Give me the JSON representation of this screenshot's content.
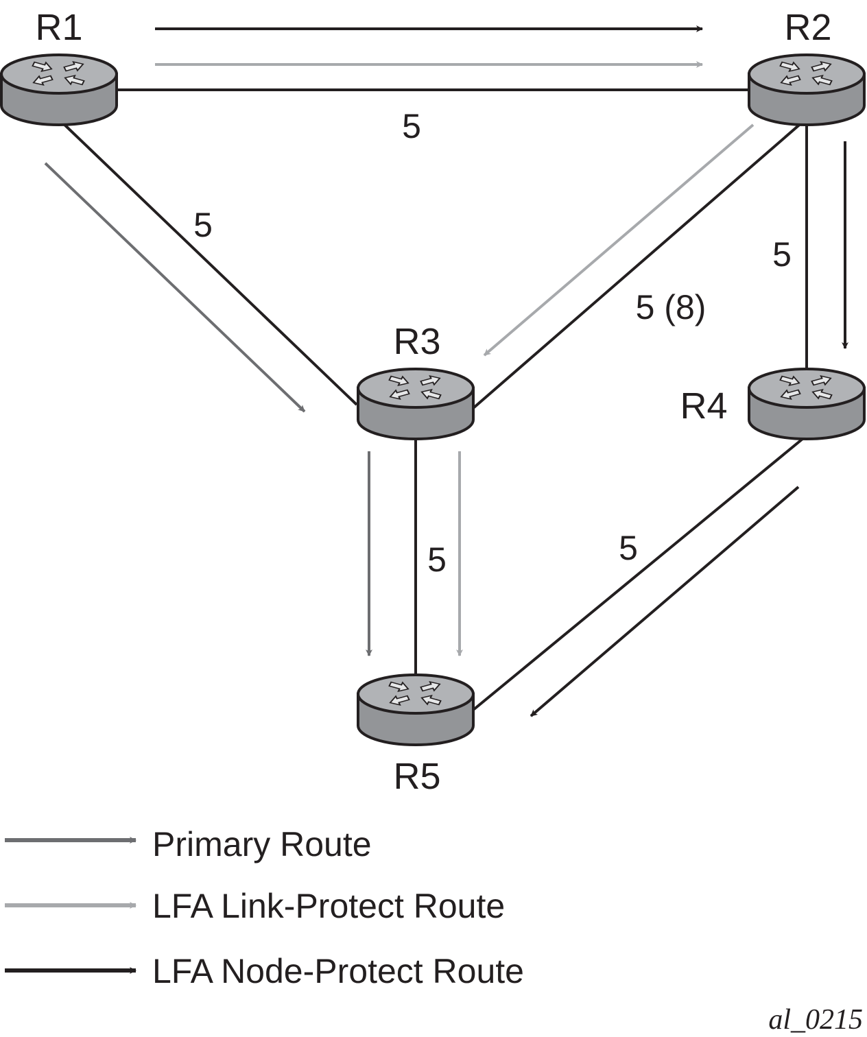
{
  "colors": {
    "primary": "#6d6e71",
    "link_protect": "#a7a9ac",
    "node_protect": "#231f20",
    "link": "#231f20",
    "router_top": "#b1b3b6",
    "router_side": "#939598"
  },
  "routers": [
    {
      "id": "R1",
      "label": "R1"
    },
    {
      "id": "R2",
      "label": "R2"
    },
    {
      "id": "R3",
      "label": "R3"
    },
    {
      "id": "R4",
      "label": "R4"
    },
    {
      "id": "R5",
      "label": "R5"
    }
  ],
  "links": [
    {
      "from": "R1",
      "to": "R2",
      "cost": "5"
    },
    {
      "from": "R1",
      "to": "R3",
      "cost": "5"
    },
    {
      "from": "R2",
      "to": "R3",
      "cost": "5 (8)"
    },
    {
      "from": "R2",
      "to": "R4",
      "cost": "5"
    },
    {
      "from": "R3",
      "to": "R5",
      "cost": "5"
    },
    {
      "from": "R4",
      "to": "R5",
      "cost": "5"
    }
  ],
  "routes": [
    {
      "type": "node_protect",
      "from": "R1",
      "to": "R2"
    },
    {
      "type": "link_protect",
      "from": "R1",
      "to": "R2"
    },
    {
      "type": "primary",
      "from": "R1",
      "to": "R3"
    },
    {
      "type": "link_protect",
      "from": "R2",
      "to": "R3"
    },
    {
      "type": "node_protect",
      "from": "R2",
      "to": "R4"
    },
    {
      "type": "primary",
      "from": "R3",
      "to": "R5"
    },
    {
      "type": "link_protect",
      "from": "R3",
      "to": "R5"
    },
    {
      "type": "node_protect",
      "from": "R4",
      "to": "R5"
    }
  ],
  "legend": [
    {
      "type": "primary",
      "label": "Primary Route"
    },
    {
      "type": "link_protect",
      "label": "LFA Link-Protect Route"
    },
    {
      "type": "node_protect",
      "label": "LFA Node-Protect Route"
    }
  ],
  "figure_id": "al_0215"
}
